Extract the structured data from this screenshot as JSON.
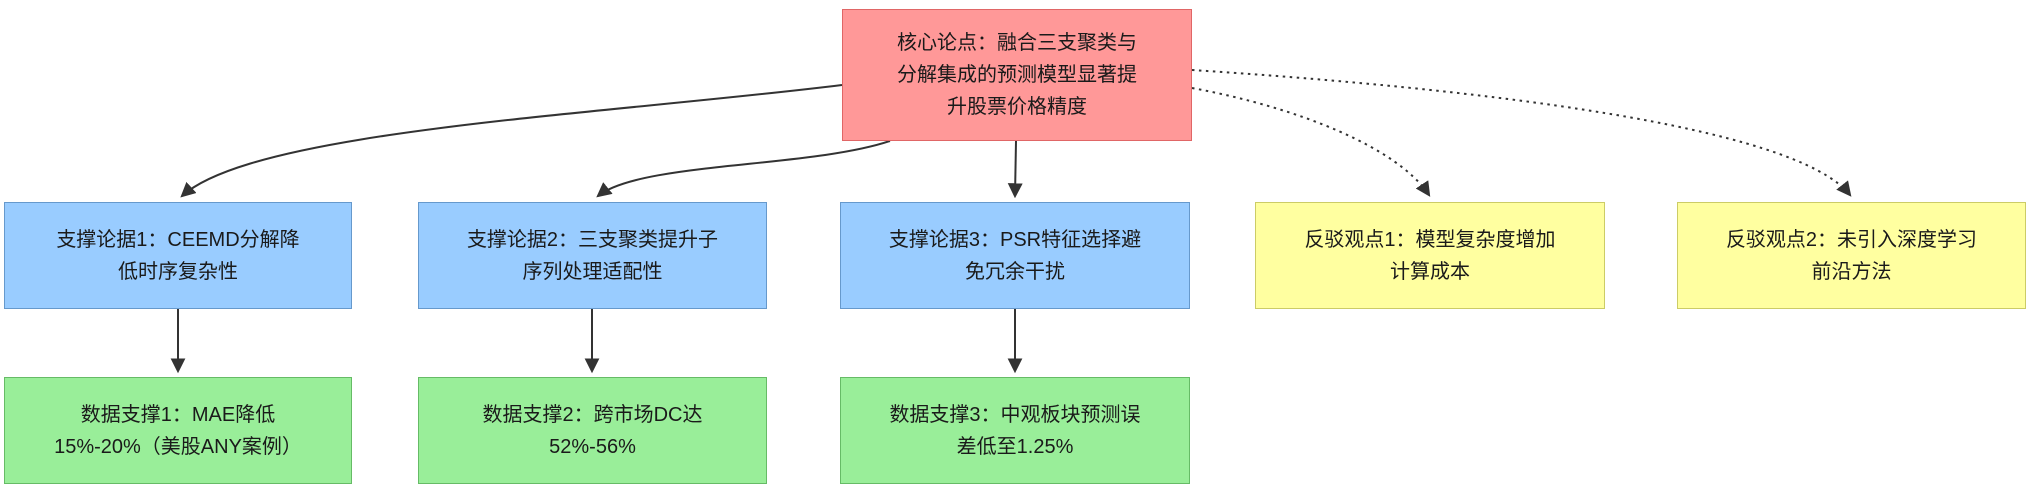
{
  "diagram": {
    "core": {
      "label": "核心论点：融合三支聚类与分解集成的预测模型显著提升股票价格精度"
    },
    "supports": [
      {
        "label": "支撑论据1：CEEMD分解降低时序复杂性"
      },
      {
        "label": "支撑论据2：三支聚类提升子序列处理适配性"
      },
      {
        "label": "支撑论据3：PSR特征选择避免冗余干扰"
      }
    ],
    "rebuttals": [
      {
        "label": "反驳观点1：模型复杂度增加计算成本"
      },
      {
        "label": "反驳观点2：未引入深度学习前沿方法"
      }
    ],
    "evidence": [
      {
        "label": "数据支撑1：MAE降低15%-20%（美股ANY案例）"
      },
      {
        "label": "数据支撑2：跨市场DC达52%-56%"
      },
      {
        "label": "数据支撑3：中观板块预测误差低至1.25%"
      }
    ],
    "edges": {
      "solid": [
        "core→support1",
        "core→support2",
        "core→support3",
        "support1→evidence1",
        "support2→evidence2",
        "support3→evidence3"
      ],
      "dotted": [
        "core→rebuttal1",
        "core→rebuttal2"
      ]
    },
    "colors": {
      "core_fill": "#ff9898",
      "core_border": "#e06666",
      "support_fill": "#99ccff",
      "support_border": "#6699cc",
      "rebuttal_fill": "#ffffa0",
      "rebuttal_border": "#cccc66",
      "evidence_fill": "#99ee99",
      "evidence_border": "#66bb66",
      "edge_color": "#333333"
    }
  }
}
